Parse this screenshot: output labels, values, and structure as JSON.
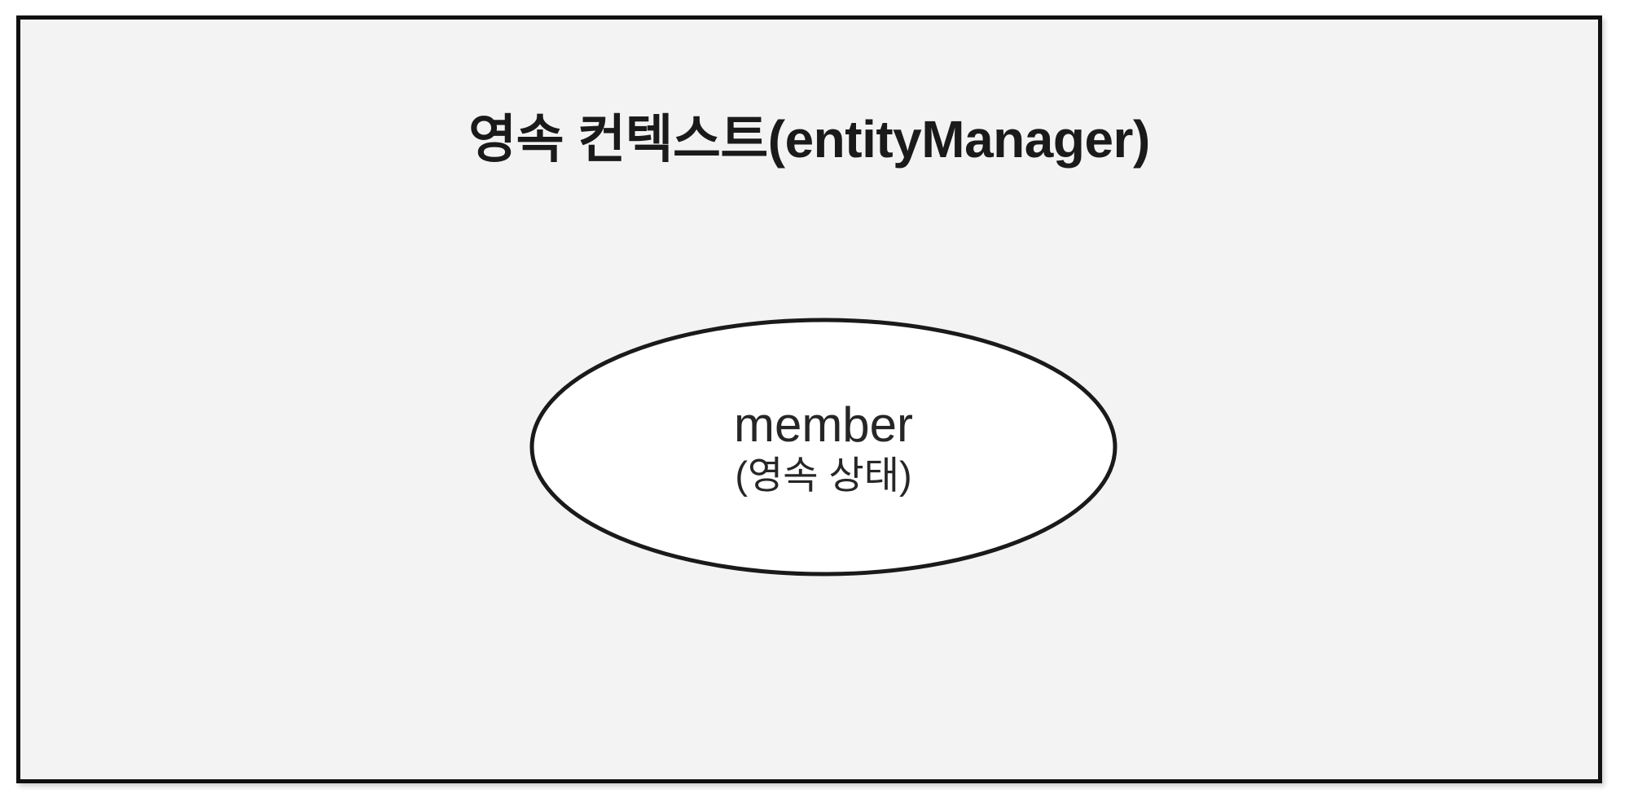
{
  "diagram": {
    "kind": "persistence-context-diagram",
    "background_color": "#ffffff",
    "panel": {
      "title": "영속 컨텍스트(entityManager)",
      "fill_color": "#f3f3f3",
      "border_color": "#111111"
    },
    "entities": [
      {
        "shape": "ellipse",
        "name": "member",
        "state": "(영속 상태)",
        "fill_color": "#ffffff",
        "stroke_color": "#1a1a1a"
      }
    ]
  }
}
